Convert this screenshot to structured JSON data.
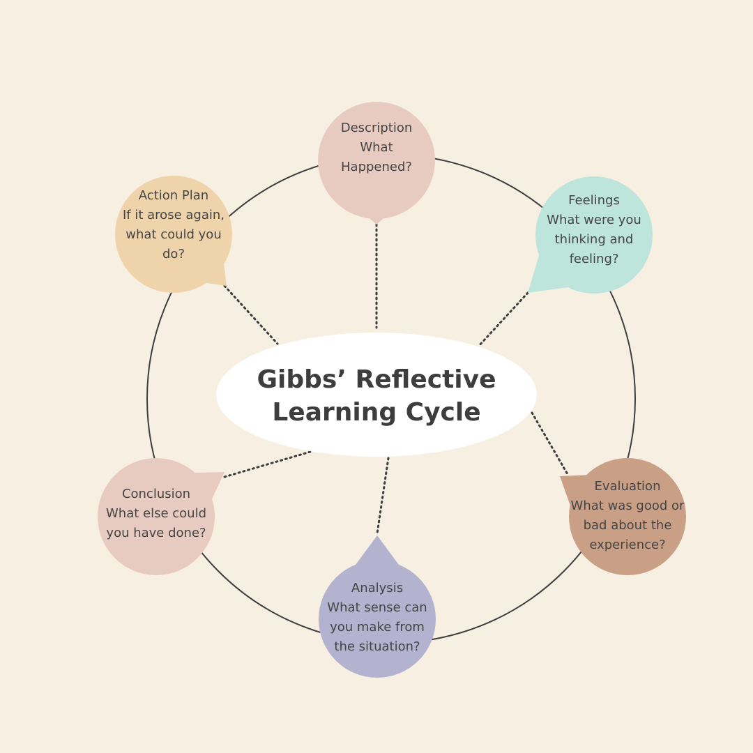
{
  "title": {
    "line1": "Gibbs’ Reflective",
    "line2": "Learning Cycle"
  },
  "stages": [
    {
      "id": "description",
      "heading": "Description",
      "lines": [
        "What",
        "Happened?"
      ],
      "color": "#e8cbc0"
    },
    {
      "id": "feelings",
      "heading": "Feelings",
      "lines": [
        "What were you",
        "thinking and",
        "feeling?"
      ],
      "color": "#bde5dc"
    },
    {
      "id": "evaluation",
      "heading": "Evaluation",
      "lines": [
        "What was good or",
        "bad about the",
        "experience?"
      ],
      "color": "#c9a086"
    },
    {
      "id": "analysis",
      "heading": "Analysis",
      "lines": [
        "What sense can",
        "you make from",
        "the situation?"
      ],
      "color": "#b3b3cf"
    },
    {
      "id": "conclusion",
      "heading": "Conclusion",
      "lines": [
        "What else could",
        "you have done?"
      ],
      "color": "#e8cbc0"
    },
    {
      "id": "action-plan",
      "heading": "Action Plan",
      "lines": [
        "If it arose again,",
        "what could you",
        "do?"
      ],
      "color": "#efd4ab"
    }
  ],
  "colors": {
    "background": "#f7efe1",
    "ring": "#3d3d3d",
    "center": "#ffffff",
    "text": "#444444"
  }
}
